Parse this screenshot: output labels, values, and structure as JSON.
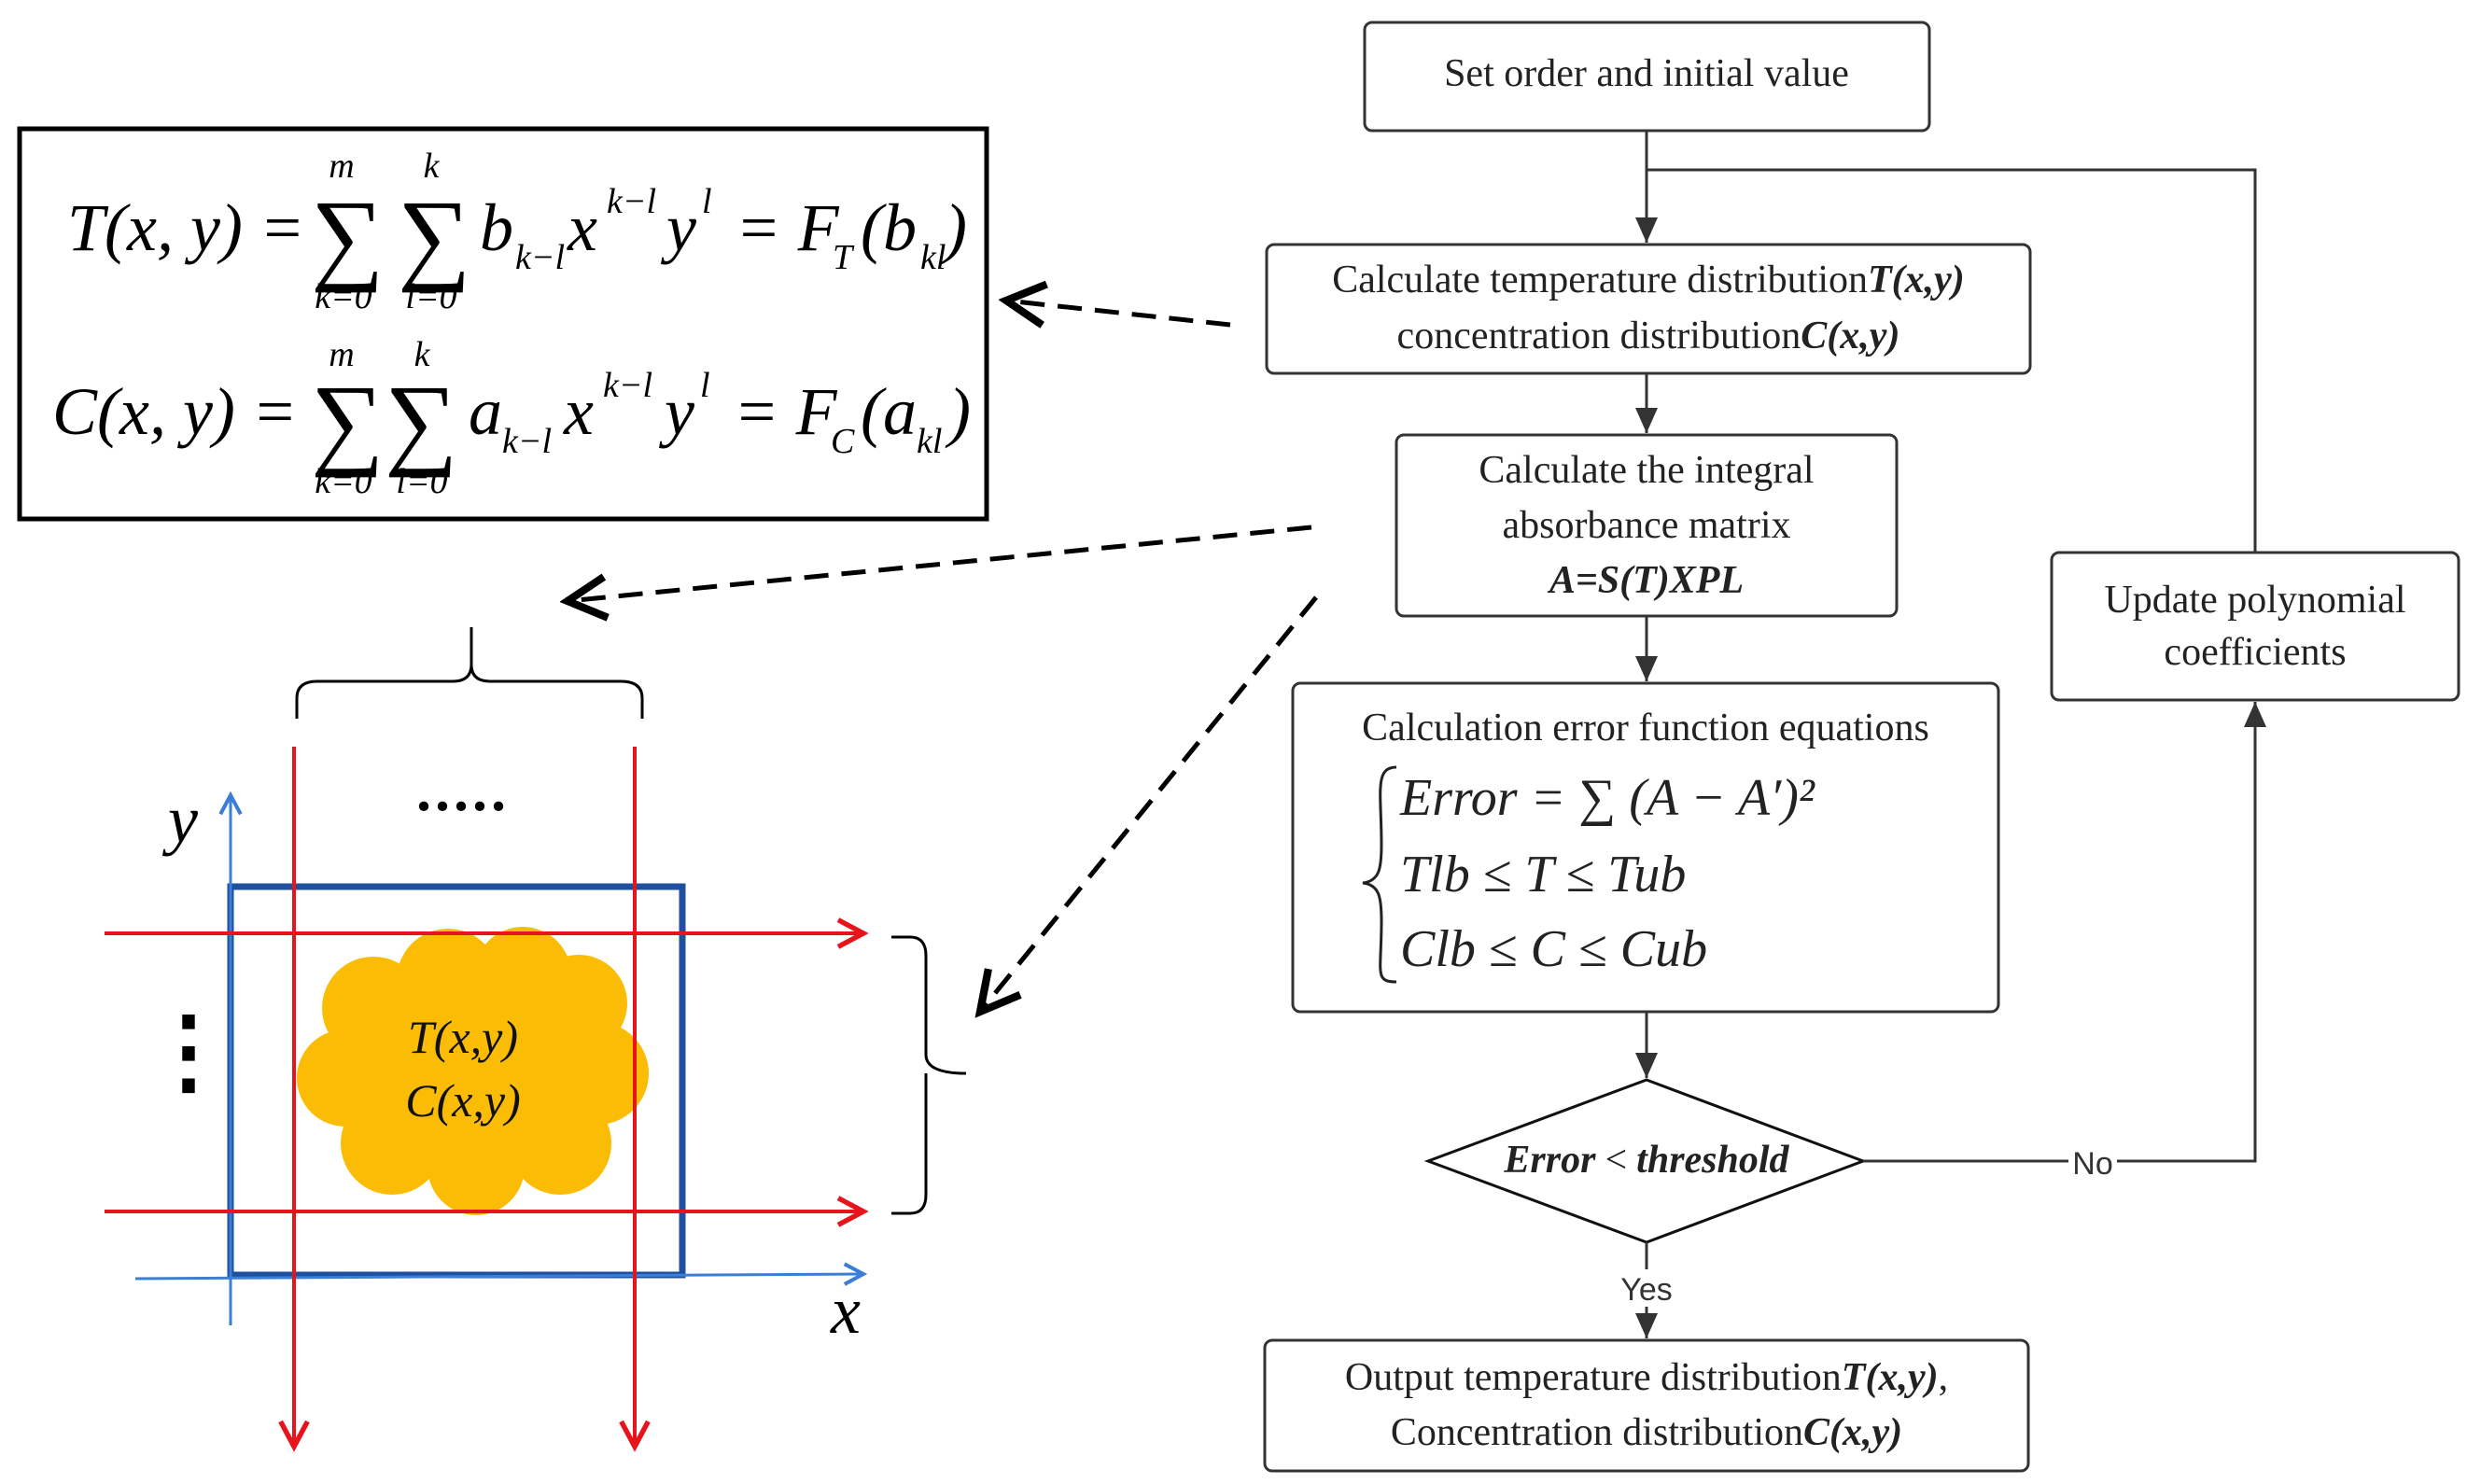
{
  "flowchart": {
    "start": "Set order and initial value",
    "calc_dist": {
      "line1_prefix": "Calculate temperature distribution",
      "line1_var": "T(x,y)",
      "line2_prefix": "concentration distribution",
      "line2_var": "C(x,y)"
    },
    "integral": {
      "line1": "Calculate the integral",
      "line2": "absorbance matrix",
      "line3": "A=S(T)XPL"
    },
    "error_box": {
      "title": "Calculation error function equations",
      "eq1": "Error = ∑ (A − A′)²",
      "eq2": "Tlb ≤ T ≤ Tub",
      "eq3": "Clb ≤ C ≤ Cub"
    },
    "decision": {
      "left": "Error",
      "op": "<",
      "right": "threshold"
    },
    "no_label": "No",
    "yes_label": "Yes",
    "update": {
      "line1": "Update polynomial",
      "line2": "coefficients"
    },
    "output": {
      "line1_prefix": "Output temperature distribution",
      "line1_var": "T(x,y)",
      "line1_suffix": ",",
      "line2_prefix": "Concentration distribution",
      "line2_var": "C(x,y)"
    }
  },
  "formulas": {
    "T_lhs": "T(x, y) =",
    "T_term": "b",
    "T_term_sub": "k−l",
    "T_rhs": "= F",
    "T_rhs_sub": "T",
    "T_rhs_arg": "(b",
    "T_rhs_arg_sub": "kl",
    "C_lhs": "C(x, y) =",
    "C_term": "a",
    "C_term_sub": "k−l",
    "C_rhs": "= F",
    "C_rhs_sub": "C",
    "C_rhs_arg": "(a",
    "C_rhs_arg_sub": "kl",
    "sum_sym": "∑",
    "sum1_top": "m",
    "sum1_bottom": "k=0",
    "sum2_top": "k",
    "sum2_bottom": "l=0",
    "x_pow": "x",
    "x_exp": "k−l",
    "y_pow": "y",
    "y_exp": "l",
    "close_paren": ")"
  },
  "grid_diagram": {
    "y_axis": "y",
    "x_axis": "x",
    "top_dots": ".....",
    "side_dots": "⋮",
    "blob_line1": "T(x,y)",
    "blob_line2": "C(x,y)"
  },
  "colors": {
    "ray": "#e8141c",
    "axis": "#3a7fd5",
    "frame": "#1f4f9f",
    "blob": "#fbbc05",
    "box_border": "#333333",
    "text": "#222222"
  }
}
